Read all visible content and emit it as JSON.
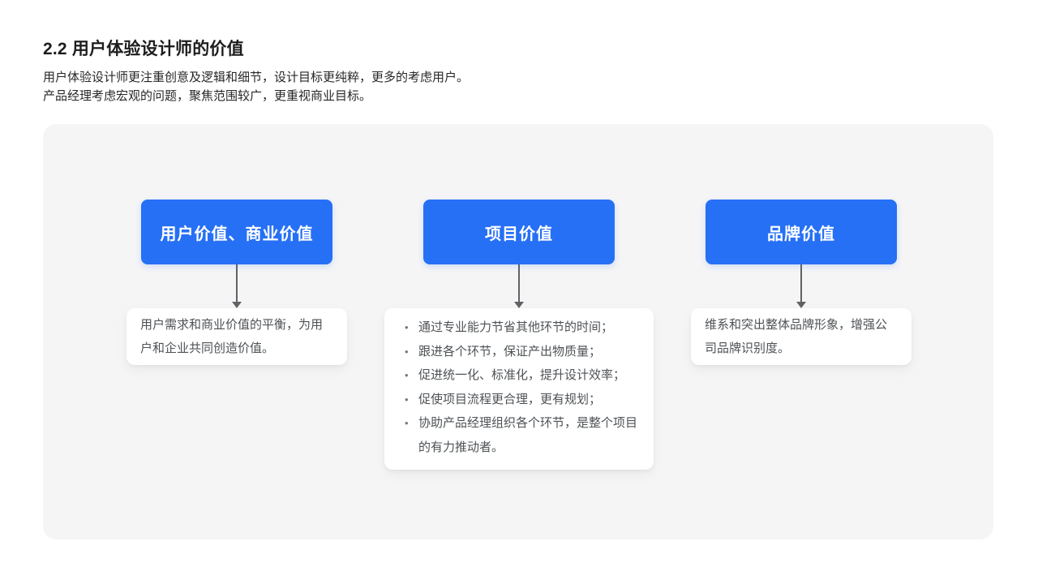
{
  "page": {
    "title": "2.2 用户体验设计师的价值",
    "subtitle": [
      "用户体验设计师更注重创意及逻辑和细节，设计目标更纯粹，更多的考虑用户。",
      "产品经理考虑宏观的问题，聚焦范围较广，更重视商业目标。"
    ]
  },
  "colors": {
    "accent-blue": "#2670F5",
    "panel-bg": "#F5F5F6",
    "card-bg": "#FFFFFF",
    "arrow-gray": "#606266",
    "card-text": "#4E5255",
    "title-text": "#1D1D1F"
  },
  "diagram": {
    "columns": [
      {
        "header": "用户价值、商业价值",
        "description": "用户需求和商业价值的平衡，为用户和企业共同创造价值。"
      },
      {
        "header": "项目价值",
        "bullets": [
          "通过专业能力节省其他环节的时间；",
          "跟进各个环节，保证产出物质量；",
          "促进统一化、标准化，提升设计效率；",
          "促使项目流程更合理，更有规划；",
          "协助产品经理组织各个环节，是整个项目的有力推动者。"
        ]
      },
      {
        "header": "品牌价值",
        "description": "维系和突出整体品牌形象，增强公司品牌识别度。"
      }
    ]
  }
}
